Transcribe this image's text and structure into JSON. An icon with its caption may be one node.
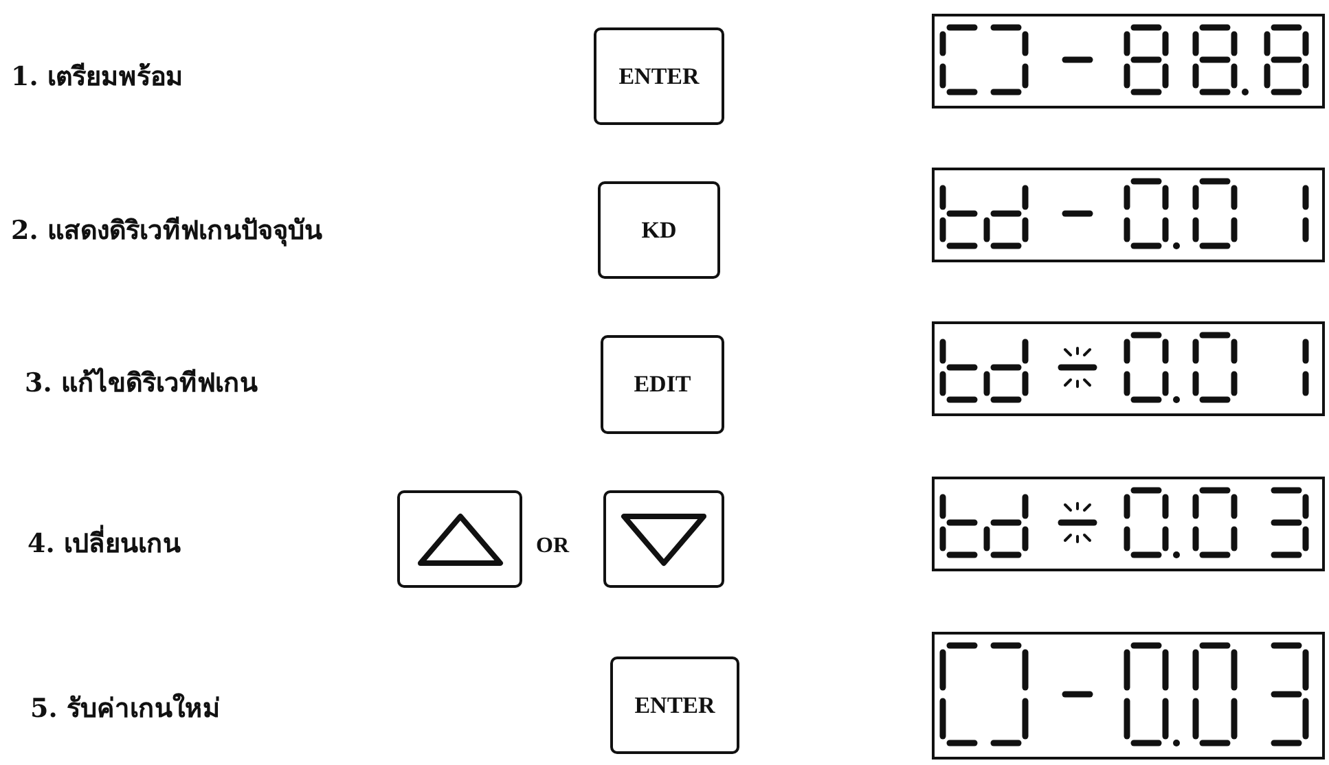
{
  "diagram": {
    "nodes": [
      {
        "text": [
          "ENTER"
        ]
      },
      {
        "text": [
          "KD"
        ]
      },
      {
        "text": [
          "EDIT"
        ]
      },
      {
        "text": [],
        "shape": "box"
      },
      {
        "text": [],
        "shape": "box"
      },
      {
        "text": [
          "ENTER"
        ]
      }
    ],
    "labels": [
      "1. เตรียมพร้อม",
      "2. แสดงดิริเวทีฟเกนปัจจุบัน",
      "3. แก้ไขดิริเวทีฟเกน",
      "4. เปลี่ยนเกน",
      "OR",
      "5. รับค่าเกนใหม่"
    ]
  }
}
